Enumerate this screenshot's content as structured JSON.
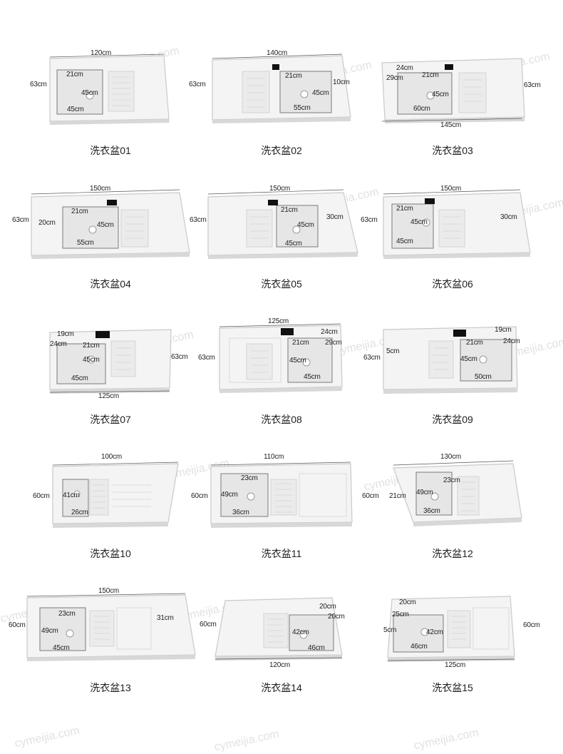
{
  "items": [
    {
      "caption": "洗衣盆01",
      "dims": [
        "120cm",
        "63cm",
        "21cm",
        "45cm",
        "45cm"
      ]
    },
    {
      "caption": "洗衣盆02",
      "dims": [
        "140cm",
        "63cm",
        "21cm",
        "10cm",
        "45cm",
        "55cm"
      ]
    },
    {
      "caption": "洗衣盆03",
      "dims": [
        "24cm",
        "29cm",
        "21cm",
        "63cm",
        "45cm",
        "60cm",
        "145cm"
      ]
    },
    {
      "caption": "洗衣盆04",
      "dims": [
        "150cm",
        "63cm",
        "21cm",
        "20cm",
        "45cm",
        "55cm"
      ]
    },
    {
      "caption": "洗衣盆05",
      "dims": [
        "150cm",
        "63cm",
        "21cm",
        "30cm",
        "45cm",
        "45cm"
      ]
    },
    {
      "caption": "洗衣盆06",
      "dims": [
        "150cm",
        "63cm",
        "21cm",
        "30cm",
        "45cm",
        "45cm"
      ]
    },
    {
      "caption": "洗衣盆07",
      "dims": [
        "19cm",
        "24cm",
        "21cm",
        "63cm",
        "45cm",
        "45cm",
        "125cm"
      ]
    },
    {
      "caption": "洗衣盆08",
      "dims": [
        "125cm",
        "24cm",
        "63cm",
        "21cm",
        "29cm",
        "45cm",
        "45cm"
      ]
    },
    {
      "caption": "洗衣盆09",
      "dims": [
        "19cm",
        "24cm",
        "21cm",
        "5cm",
        "63cm",
        "45cm",
        "50cm"
      ]
    },
    {
      "caption": "洗衣盆10",
      "dims": [
        "100cm",
        "60cm",
        "41cm",
        "26cm"
      ]
    },
    {
      "caption": "洗衣盆11",
      "dims": [
        "110cm",
        "23cm",
        "60cm",
        "49cm",
        "36cm"
      ]
    },
    {
      "caption": "洗衣盆12",
      "dims": [
        "130cm",
        "23cm",
        "60cm",
        "21cm",
        "49cm",
        "36cm"
      ]
    },
    {
      "caption": "洗衣盆13",
      "dims": [
        "150cm",
        "23cm",
        "31cm",
        "60cm",
        "49cm",
        "45cm"
      ]
    },
    {
      "caption": "洗衣盆14",
      "dims": [
        "20cm",
        "20cm",
        "60cm",
        "42cm",
        "46cm",
        "120cm"
      ]
    },
    {
      "caption": "洗衣盆15",
      "dims": [
        "20cm",
        "25cm",
        "60cm",
        "5cm",
        "42cm",
        "46cm",
        "125cm"
      ]
    }
  ],
  "watermark": "cymeijia.com"
}
